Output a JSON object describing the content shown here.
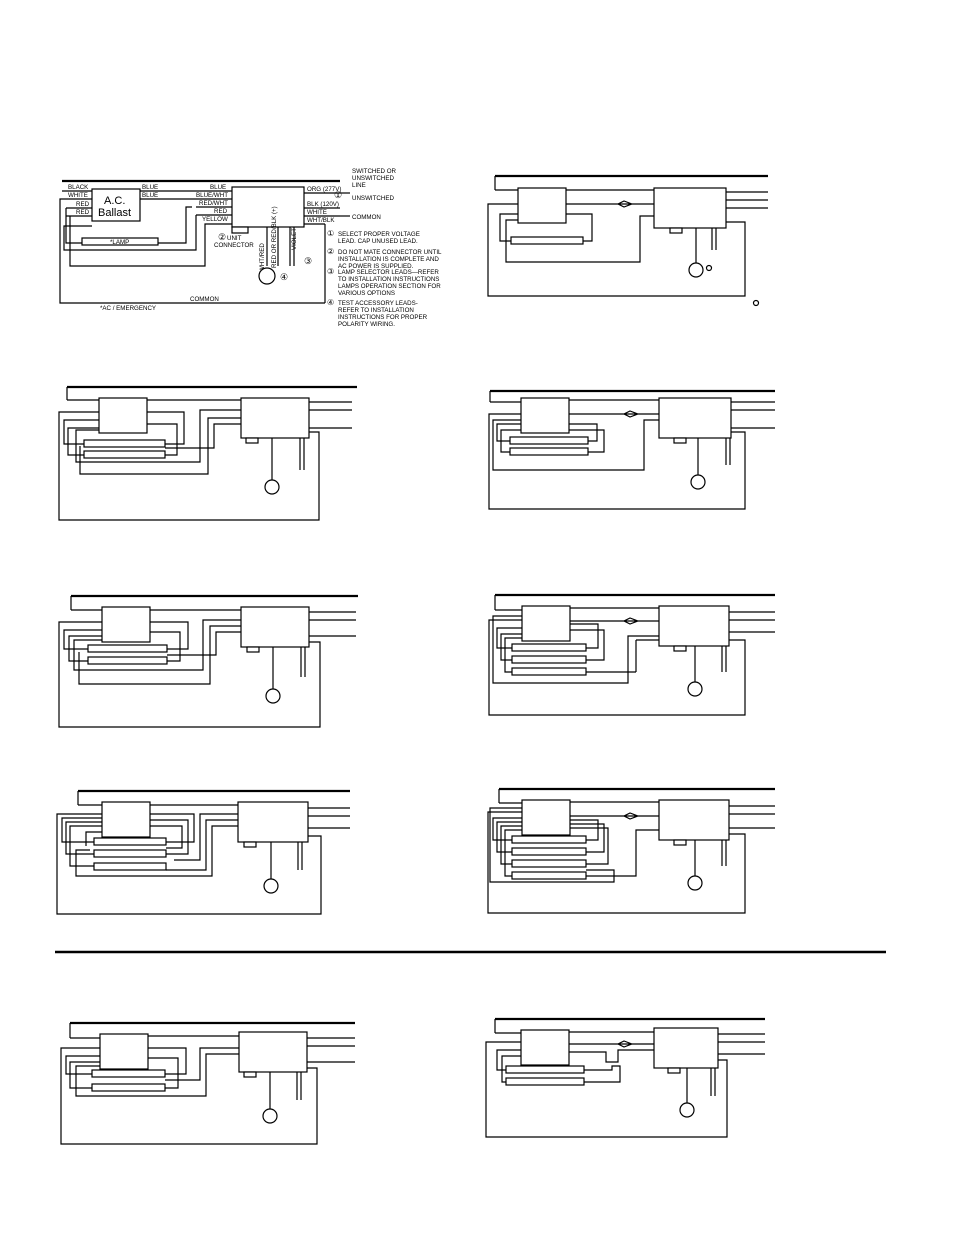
{
  "main_diagram": {
    "ballast_title_line1": "A.C.",
    "ballast_title_line2": "Ballast",
    "left_wires": [
      "BLACK",
      "WHITE",
      "RED",
      "RED"
    ],
    "mid_wires_top": [
      "BLUE",
      "BLUE"
    ],
    "unit_left_wires": [
      "BLUE",
      "BLUE/WHT",
      "RED/WHT",
      "RED",
      "YELLOW"
    ],
    "lamp_label": "*LAMP",
    "unit_connector_line1": "UNIT",
    "unit_connector_line2": "CONNECTOR",
    "unit_connector_marker": "②",
    "right_outputs": [
      "ORG (277V)",
      "BLK (120V)",
      "WHITE",
      "WHT/BLK"
    ],
    "vertical_leads": [
      "WHT/RED",
      "RED OR RED/BLK (+)",
      "VIOLET"
    ],
    "marker_1": "①",
    "marker_3": "③",
    "marker_4": "④",
    "common_label": "COMMON",
    "footnote": "*AC / EMERGENCY",
    "line_switched": [
      "SWITCHED OR",
      "UNSWITCHED",
      "LINE"
    ],
    "line_unswitched": "UNSWITCHED",
    "line_common": "COMMON"
  },
  "notes": [
    {
      "marker": "①",
      "lines": [
        "SELECT PROPER VOLTAGE",
        "LEAD. CAP UNUSED LEAD."
      ]
    },
    {
      "marker": "②",
      "lines": [
        "DO NOT MATE CONNECTOR UNTIL",
        "INSTALLATION IS COMPLETE AND",
        "AC POWER IS SUPPLIED."
      ]
    },
    {
      "marker": "③",
      "lines": [
        "LAMP SELECTOR LEADS—REFER",
        "TO INSTALLATION INSTRUCTIONS",
        "LAMPS OPERATION SECTION FOR",
        "VARIOUS OPTIONS"
      ]
    },
    {
      "marker": "④",
      "lines": [
        "TEST ACCESSORY LEADS-",
        "REFER TO INSTALLATION",
        "INSTRUCTIONS FOR PROPER",
        "POLARITY WIRING."
      ]
    }
  ],
  "colors": {
    "ink": "#000000",
    "paper": "#ffffff"
  }
}
